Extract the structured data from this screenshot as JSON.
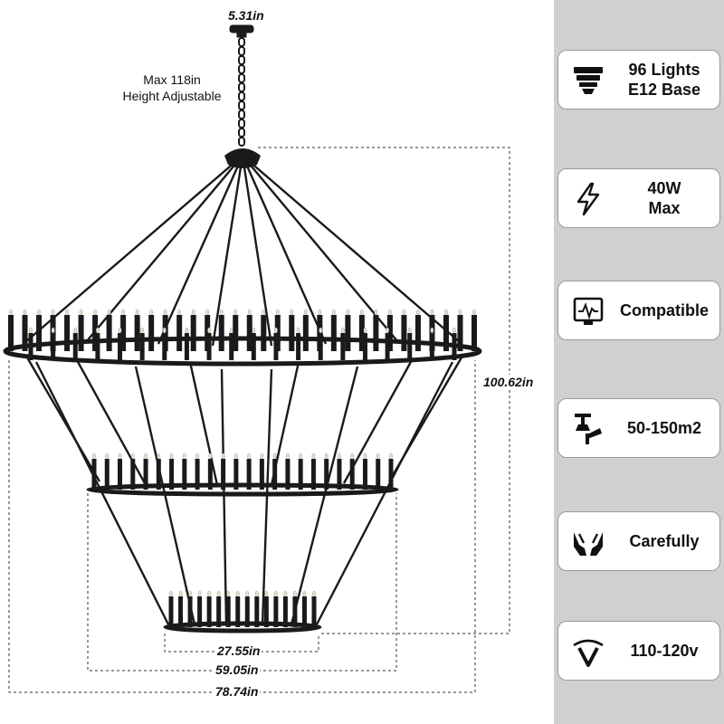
{
  "dimensions": {
    "canopy": "5.31in",
    "height_note_line1": "Max 118in",
    "height_note_line2": "Height Adjustable",
    "total_height": "100.62in",
    "bottom_diameter": "27.55in",
    "middle_diameter": "59.05in",
    "top_diameter": "78.74in"
  },
  "features": [
    {
      "icon": "bulb-base-icon",
      "line1": "96 Lights",
      "line2": "E12 Base"
    },
    {
      "icon": "lightning-icon",
      "line1": "40W",
      "line2": "Max"
    },
    {
      "icon": "dimmer-switch-icon",
      "line1": "Compatible",
      "line2": ""
    },
    {
      "icon": "ceiling-light-icon",
      "line1": "50-150m2",
      "line2": ""
    },
    {
      "icon": "caring-hands-icon",
      "line1": "Carefully",
      "line2": ""
    },
    {
      "icon": "voltage-icon",
      "line1": "110-120v",
      "line2": ""
    }
  ],
  "colors": {
    "fixture": "#1a1a1a",
    "panel_background": "#d0d0d0",
    "card_background": "#ffffff"
  }
}
